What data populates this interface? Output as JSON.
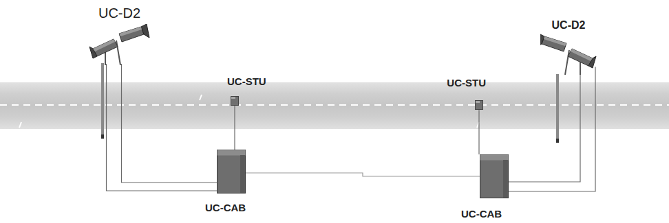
{
  "diagram": {
    "nodes": [
      {
        "text": [
          "UC-D2"
        ]
      },
      {
        "text": [
          "UC-STU"
        ]
      },
      {
        "text": [
          "UC-STU"
        ]
      },
      {
        "text": [
          "UC-D2"
        ]
      },
      {
        "text": [
          "UC-CAB"
        ]
      },
      {
        "text": [
          "UC-CAB"
        ]
      }
    ],
    "edges": [
      {
        "from": 0,
        "to": 4,
        "arrow": "none"
      },
      {
        "from": 0,
        "to": 4,
        "arrow": "none"
      },
      {
        "from": 1,
        "to": 4,
        "arrow": "none"
      },
      {
        "from": 4,
        "to": 5,
        "arrow": "none"
      },
      {
        "from": 2,
        "to": 5,
        "arrow": "none"
      },
      {
        "from": 3,
        "to": 5,
        "arrow": "none"
      },
      {
        "from": 3,
        "to": 5,
        "arrow": "none"
      }
    ]
  }
}
